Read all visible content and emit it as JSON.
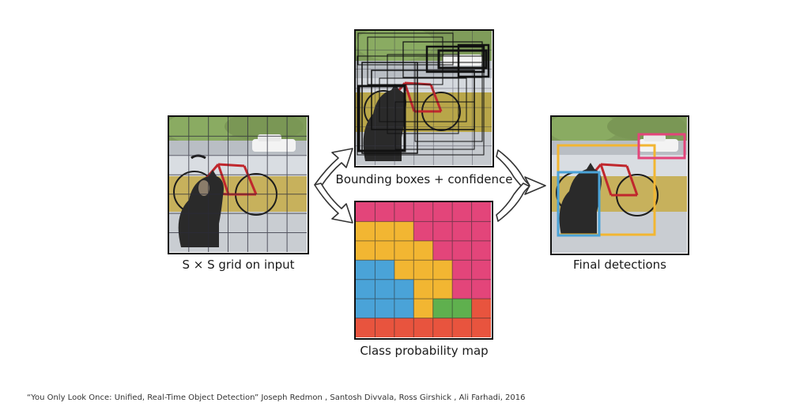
{
  "captions": {
    "grid_input": "S × S grid on input",
    "bounding_boxes": "Bounding boxes + confidence",
    "class_probability": "Class probability map",
    "final_detections": "Final detections"
  },
  "citation": "“You Only Look Once: Unified, Real-Time Object Detection” Joseph Redmon , Santosh Divvala, Ross Girshick , Ali Farhadi, 2016",
  "colors": {
    "class_dog": "#4aa3d8",
    "class_bicycle": "#f2b632",
    "class_car": "#e3457a",
    "class_other_green": "#5fb04e",
    "class_other_red": "#e8543e"
  },
  "class_map_grid": [
    [
      "car",
      "car",
      "car",
      "car",
      "car",
      "car",
      "car"
    ],
    [
      "bicycle",
      "bicycle",
      "bicycle",
      "car",
      "car",
      "car",
      "car"
    ],
    [
      "bicycle",
      "bicycle",
      "bicycle",
      "bicycle",
      "car",
      "car",
      "car"
    ],
    [
      "dog",
      "dog",
      "bicycle",
      "bicycle",
      "bicycle",
      "car",
      "car"
    ],
    [
      "dog",
      "dog",
      "dog",
      "bicycle",
      "bicycle",
      "car",
      "car"
    ],
    [
      "dog",
      "dog",
      "dog",
      "bicycle",
      "green",
      "green",
      "red"
    ],
    [
      "red",
      "red",
      "red",
      "red",
      "red",
      "red",
      "red"
    ]
  ]
}
